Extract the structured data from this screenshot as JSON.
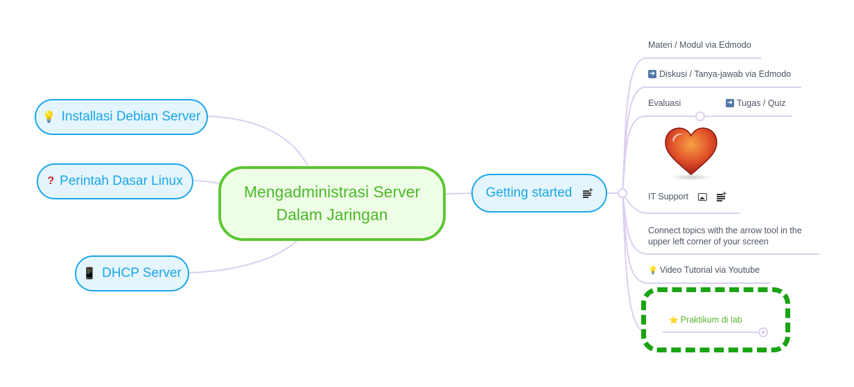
{
  "central_topic": {
    "line1": "Mengadministrasi Server",
    "line2": "Dalam Jaringan"
  },
  "left_topics": [
    {
      "label": "Installasi Debian Server",
      "icon": "lightbulb-icon",
      "glyph": "💡"
    },
    {
      "label": "Perintah Dasar Linux",
      "icon": "question-icon",
      "glyph": "❓"
    },
    {
      "label": "DHCP Server",
      "icon": "mobile-phone-icon",
      "glyph": "📱"
    }
  ],
  "right_topic": {
    "label": "Getting started",
    "icon": "notes-icon"
  },
  "subtopics": [
    {
      "label": "Materi / Modul via Edmodo"
    },
    {
      "label": "Diskusi / Tanya-jawab via Edmodo",
      "icon": "arrow-right-icon"
    },
    {
      "label": "Evaluasi",
      "child": {
        "label": "Tugas / Quiz",
        "icon": "arrow-right-icon"
      }
    },
    {
      "label": "IT Support",
      "image": "heart-image",
      "icons": [
        "image-icon",
        "notes-icon"
      ]
    },
    {
      "label": "Connect topics with the arrow tool in the",
      "label2": "upper left corner of your screen"
    },
    {
      "label": "Video Tutorial via Youtube",
      "icon": "lightbulb-icon",
      "glyph": "💡"
    },
    {
      "label": "Praktikum di lab",
      "icon": "star-icon",
      "glyph": "⭐",
      "boundary": "dashed-green"
    }
  ],
  "colors": {
    "central_border": "#5ec634",
    "central_fill": "#eefde6",
    "topic_border": "#1aa6ea",
    "topic_fill": "#e5f5fd",
    "connector": "#dccff0",
    "boundary": "#1aa312",
    "leaf_text": "#4b5563",
    "praktikum_text": "#5ab52e"
  },
  "arrow_glyph": "➜"
}
